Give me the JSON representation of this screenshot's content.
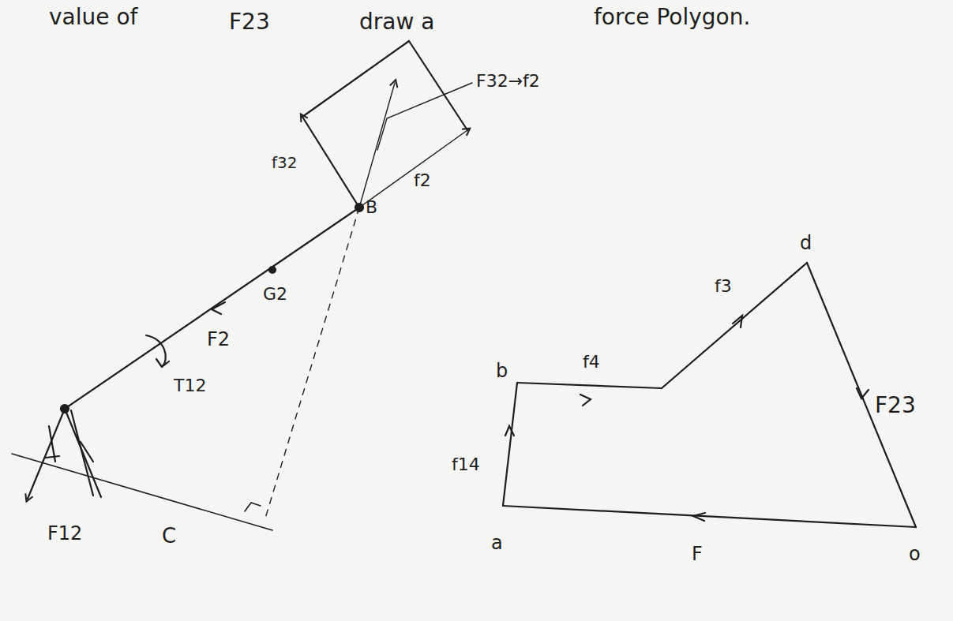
{
  "diagram": {
    "labels": [
      "value of",
      "F23",
      "draw a",
      "force Polygon.",
      "F32→f2",
      "f32",
      "f2",
      "B",
      "G2",
      "F2",
      "T12",
      "F12",
      "C",
      "d",
      "f3",
      "b",
      "f4",
      "F23",
      "f14",
      "a",
      "F",
      "o"
    ]
  }
}
